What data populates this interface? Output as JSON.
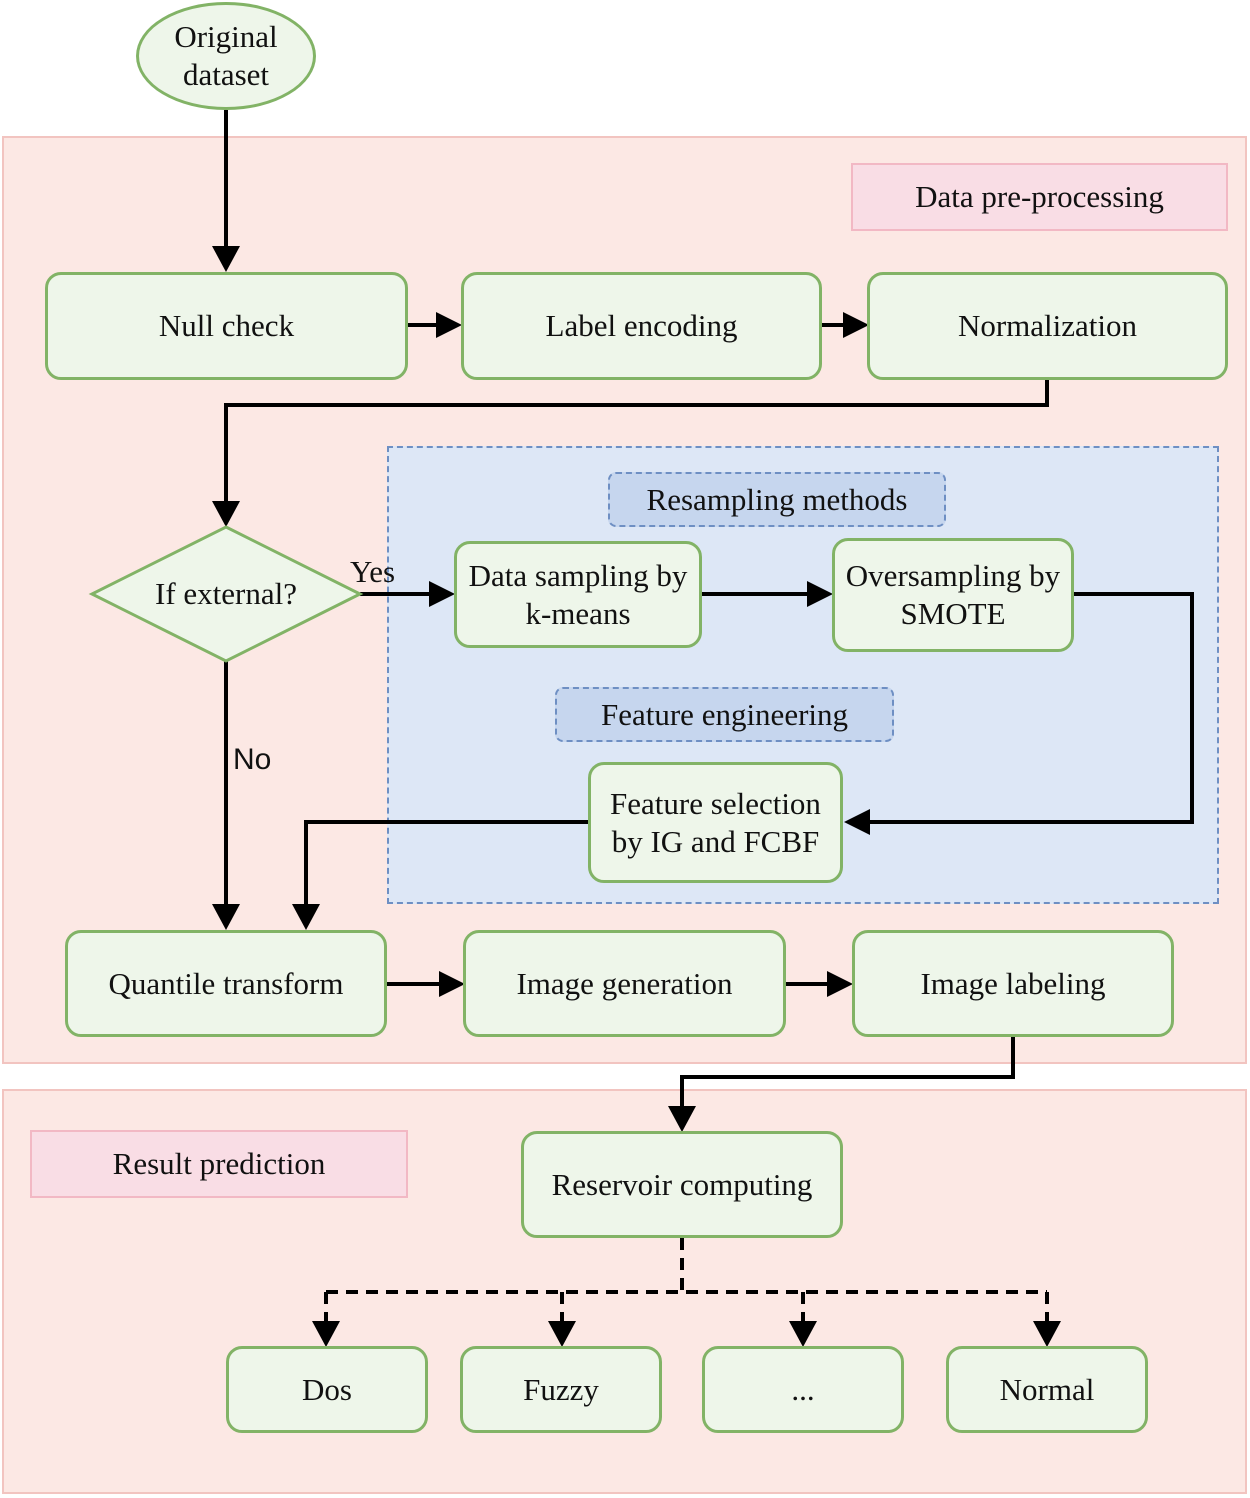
{
  "nodes": {
    "original_dataset": "Original dataset",
    "null_check": "Null check",
    "label_encoding": "Label encoding",
    "normalization": "Normalization",
    "if_external": "If external?",
    "data_sampling": "Data sampling by k-means",
    "oversampling": "Oversampling by SMOTE",
    "feature_selection": "Feature selection by IG and FCBF",
    "quantile_transform": "Quantile transform",
    "image_generation": "Image generation",
    "image_labeling": "Image labeling",
    "reservoir_computing": "Reservoir computing",
    "dos": "Dos",
    "fuzzy": "Fuzzy",
    "ellipsis": "...",
    "normal": "Normal"
  },
  "labels": {
    "data_preprocessing": "Data pre-processing",
    "resampling_methods": "Resampling methods",
    "feature_engineering": "Feature engineering",
    "result_prediction": "Result prediction",
    "yes": "Yes",
    "no": "No"
  },
  "colors": {
    "node_fill": "#eef6ea",
    "node_border": "#82b366",
    "pink_region": "#fce8e4",
    "blue_region": "#dde7f6",
    "arrow": "#000000"
  }
}
